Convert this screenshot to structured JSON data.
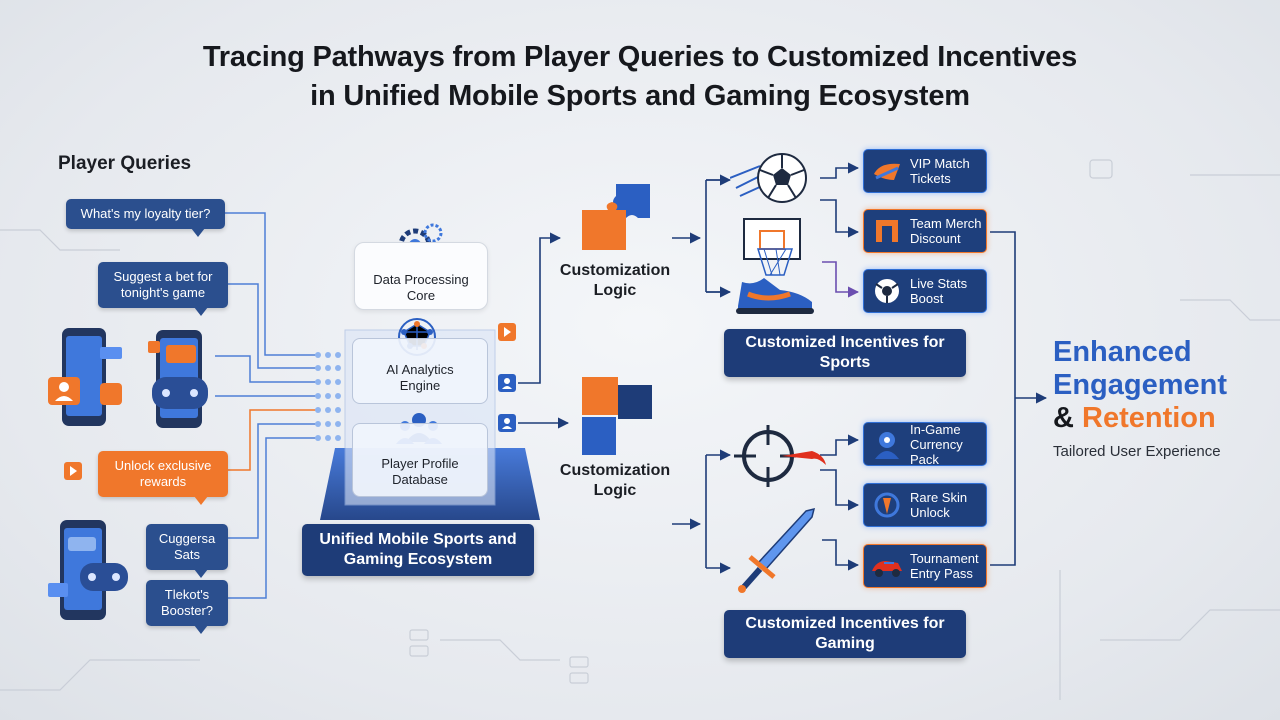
{
  "title": {
    "line1": "Tracing Pathways from Player Queries to Customized Incentives",
    "line2": "in Unified Mobile Sports and Gaming Ecosystem"
  },
  "player_queries": {
    "label": "Player Queries",
    "bubbles": [
      {
        "text": "What's my loyalty tier?",
        "style": "blue"
      },
      {
        "text": "Suggest a bet for tonight's game",
        "style": "blue"
      },
      {
        "text": "Unlock exclusive rewards",
        "style": "orange"
      },
      {
        "text": "Cuggersa Sats",
        "style": "blue"
      },
      {
        "text": "Tlekot's Booster?",
        "style": "blue"
      }
    ]
  },
  "core": {
    "data_processing": "Data Processing Core",
    "ai_engine": "AI Analytics Engine",
    "player_db": "Player Profile Database",
    "platform_label": "Unified Mobile Sports and Gaming Ecosystem"
  },
  "logic": {
    "top_label": "Customization Logic",
    "bottom_label": "Customization Logic"
  },
  "sports": {
    "label": "Customized Incentives for Sports",
    "items": [
      {
        "text": "VIP Match Tickets",
        "border": "blue"
      },
      {
        "text": "Team Merch Discount",
        "border": "orange"
      },
      {
        "text": "Live Stats Boost",
        "border": "blue"
      }
    ]
  },
  "gaming": {
    "label": "Customized Incentives for Gaming",
    "items": [
      {
        "text": "In-Game Currency Pack",
        "border": "blue"
      },
      {
        "text": "Rare Skin Unlock",
        "border": "blue"
      },
      {
        "text": "Tournament Entry Pass",
        "border": "orange"
      }
    ]
  },
  "outcome": {
    "line1": "Enhanced",
    "line2": "Engagement",
    "amp": "&",
    "line3": "Retention",
    "subtitle": "Tailored User Experience"
  },
  "colors": {
    "navy": "#1e3c78",
    "blue": "#2b5fc2",
    "orange": "#f0772b",
    "text": "#16181d"
  },
  "icons": [
    "gear-icon",
    "brain-icon",
    "users-icon",
    "puzzle-icon",
    "soccer-ball-icon",
    "basketball-hoop-icon",
    "sneaker-icon",
    "crosshair-icon",
    "sword-icon",
    "phone-icon",
    "gamepad-icon"
  ]
}
